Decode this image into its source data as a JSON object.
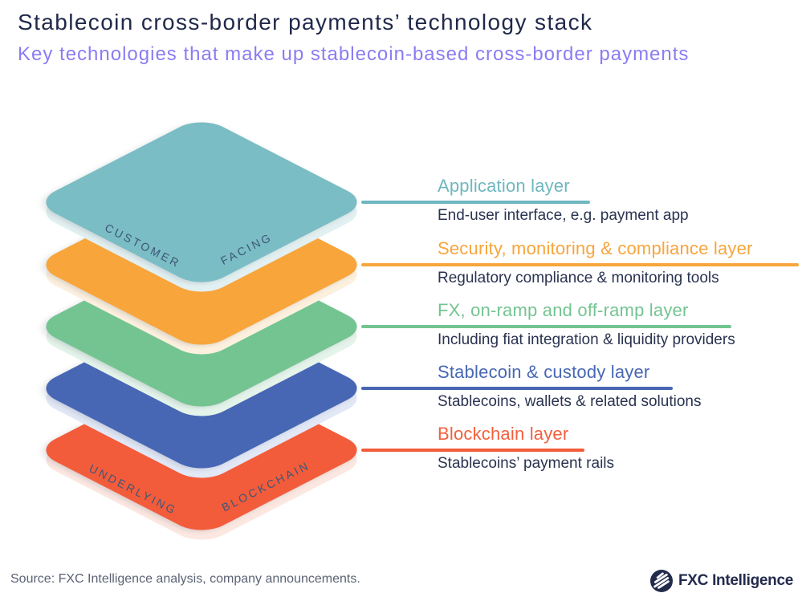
{
  "header": {
    "title": "Stablecoin cross-border payments’ technology stack",
    "subtitle": "Key technologies that make up stablecoin-based cross-border payments",
    "title_color": "#20294A",
    "subtitle_color": "#8A7CF2"
  },
  "stack": {
    "top_face_labels": {
      "left": "CUSTOMER",
      "right": "FACING"
    },
    "bottom_face_labels": {
      "left": "UNDERLYING",
      "right": "BLOCKCHAIN"
    },
    "layers": [
      {
        "name": "Application layer",
        "description": "End-user interface, e.g. payment app",
        "color": "#7ABDC4",
        "accent_color": "#6FB7BF",
        "shadow_color": "#E2F0F1"
      },
      {
        "name": "Security, monitoring & compliance layer",
        "description": "Regulatory compliance & monitoring tools",
        "color": "#F8A53C",
        "accent_color": "#F8A53C",
        "shadow_color": "#FDF0DE"
      },
      {
        "name": "FX, on-ramp and off-ramp layer",
        "description": "Including fiat integration & liquidity providers",
        "color": "#74C491",
        "accent_color": "#74C491",
        "shadow_color": "#E4F4EA"
      },
      {
        "name": "Stablecoin & custody layer",
        "description": "Stablecoins, wallets & related solutions",
        "color": "#4767B4",
        "accent_color": "#4767B4",
        "shadow_color": "#E2E8F6"
      },
      {
        "name": "Blockchain layer",
        "description": "Stablecoins’ payment rails",
        "color": "#F25C3B",
        "accent_color": "#F2603D",
        "shadow_color": "#FCE7E1"
      }
    ],
    "label_text_color": "#3E5678"
  },
  "footer": {
    "source": "Source: FXC Intelligence analysis, company announcements.",
    "logo_text": "FXC Intelligence",
    "logo_color": "#222B4C"
  }
}
